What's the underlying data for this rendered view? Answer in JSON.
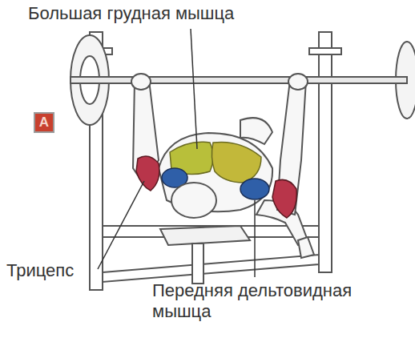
{
  "diagram": {
    "nodes": [
      {
        "text": [
          "A"
        ]
      }
    ],
    "labels": [
      "Большая грудная мышца",
      "Трицепс",
      "Передняя дельтовидная мышца"
    ]
  }
}
